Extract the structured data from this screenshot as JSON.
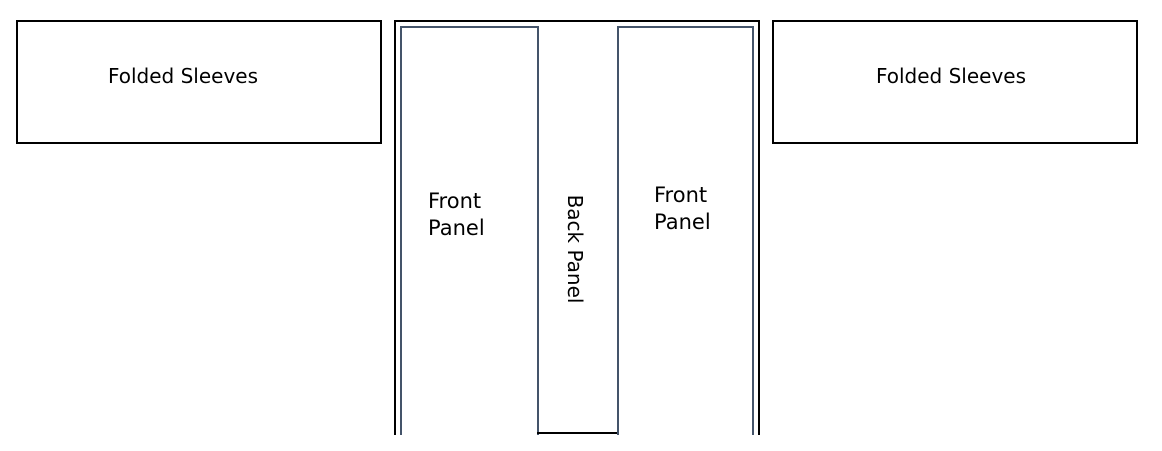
{
  "diagram": {
    "left_sleeve_label": "Folded Sleeves",
    "right_sleeve_label": "Folded Sleeves",
    "left_front_label": "Front\nPanel",
    "right_front_label": "Front\nPanel",
    "back_label": "Back Panel"
  },
  "colors": {
    "outline": "#000000",
    "front_panel_border": "#44546a",
    "background": "#ffffff"
  }
}
